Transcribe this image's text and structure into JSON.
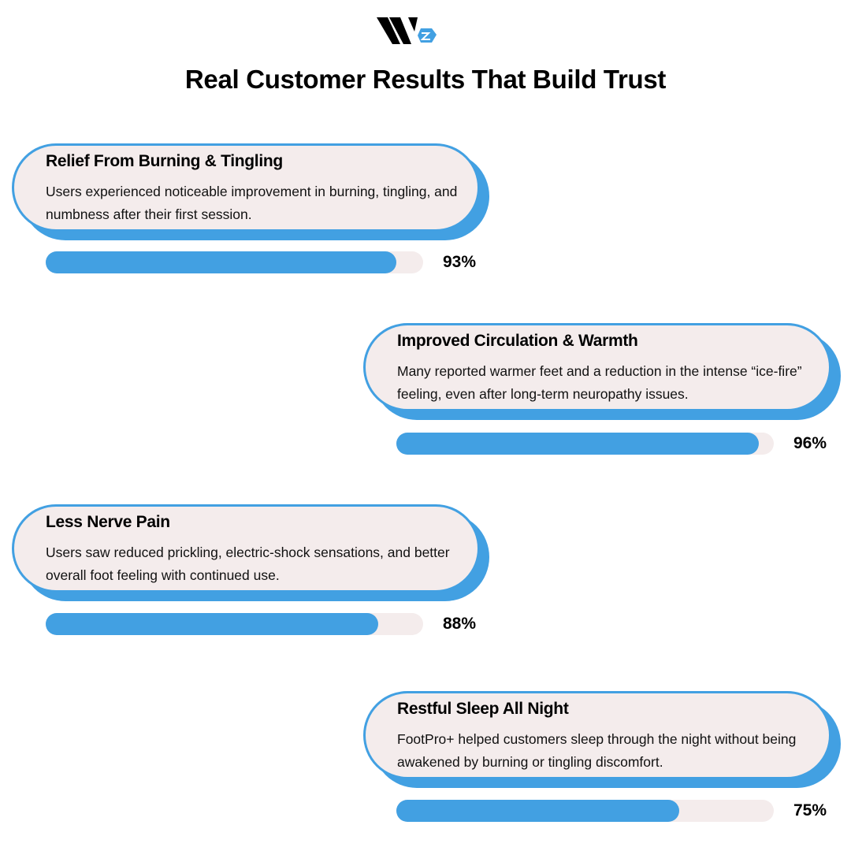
{
  "header": {
    "title": "Real Customer Results That Build Trust",
    "logo": "W brand logo"
  },
  "colors": {
    "accent": "#42a0e2",
    "card_bg": "#f4ecec"
  },
  "results": [
    {
      "title": "Relief From Burning & Tingling",
      "description": "Users experienced noticeable improvement in burning, tingling, and numbness after their first session.",
      "percent": 93,
      "percent_label": "93%"
    },
    {
      "title": "Improved Circulation & Warmth",
      "description": "Many reported warmer feet and a reduction in the intense “ice-fire” feeling, even after long-term neuropathy issues.",
      "percent": 96,
      "percent_label": "96%"
    },
    {
      "title": "Less Nerve Pain",
      "description": "Users saw reduced prickling, electric-shock sensations, and better overall foot feeling with continued use.",
      "percent": 88,
      "percent_label": "88%"
    },
    {
      "title": "Restful Sleep All Night",
      "description": "FootPro+ helped customers sleep through the night without being awakened by burning or tingling discomfort.",
      "percent": 75,
      "percent_label": "75%"
    }
  ]
}
